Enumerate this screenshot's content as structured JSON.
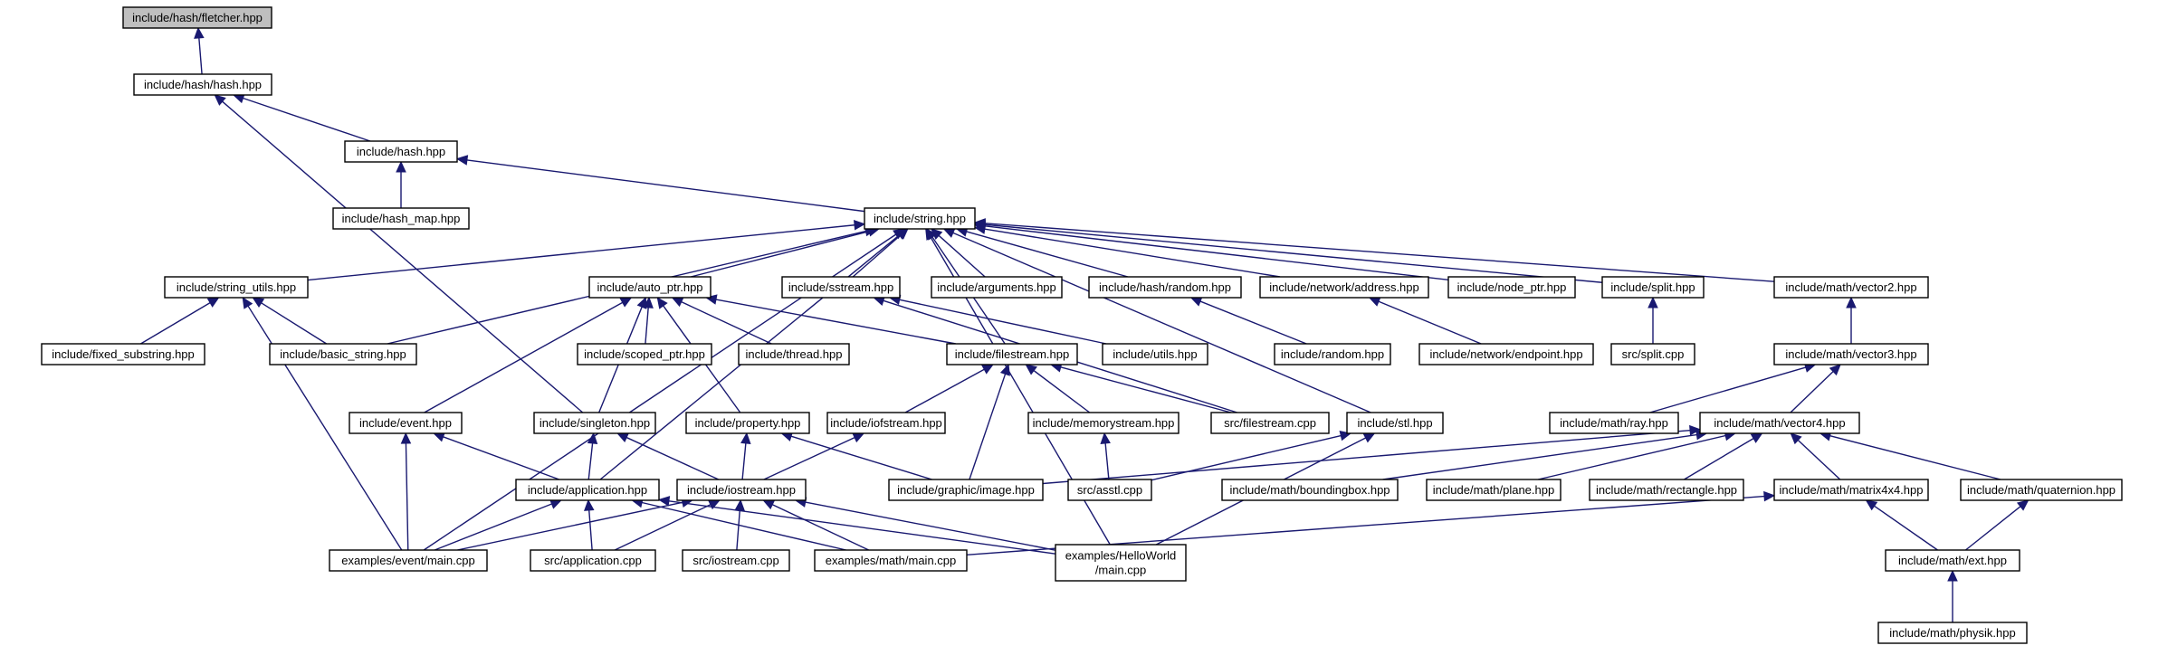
{
  "nodes": [
    {
      "id": "fletcher",
      "label": "include/hash/fletcher.hpp",
      "root": true
    },
    {
      "id": "hash_hash",
      "label": "include/hash/hash.hpp"
    },
    {
      "id": "hash",
      "label": "include/hash.hpp"
    },
    {
      "id": "hash_map",
      "label": "include/hash_map.hpp"
    },
    {
      "id": "string",
      "label": "include/string.hpp"
    },
    {
      "id": "string_utils",
      "label": "include/string_utils.hpp"
    },
    {
      "id": "auto_ptr",
      "label": "include/auto_ptr.hpp"
    },
    {
      "id": "sstream",
      "label": "include/sstream.hpp"
    },
    {
      "id": "arguments",
      "label": "include/arguments.hpp"
    },
    {
      "id": "hash_random",
      "label": "include/hash/random.hpp"
    },
    {
      "id": "net_address",
      "label": "include/network/address.hpp"
    },
    {
      "id": "node_ptr",
      "label": "include/node_ptr.hpp"
    },
    {
      "id": "split",
      "label": "include/split.hpp"
    },
    {
      "id": "vector2",
      "label": "include/math/vector2.hpp"
    },
    {
      "id": "fixed_substring",
      "label": "include/fixed_substring.hpp"
    },
    {
      "id": "basic_string",
      "label": "include/basic_string.hpp"
    },
    {
      "id": "scoped_ptr",
      "label": "include/scoped_ptr.hpp"
    },
    {
      "id": "thread",
      "label": "include/thread.hpp"
    },
    {
      "id": "filestream",
      "label": "include/filestream.hpp"
    },
    {
      "id": "utils",
      "label": "include/utils.hpp"
    },
    {
      "id": "random",
      "label": "include/random.hpp"
    },
    {
      "id": "net_endpoint",
      "label": "include/network/endpoint.hpp"
    },
    {
      "id": "split_cpp",
      "label": "src/split.cpp"
    },
    {
      "id": "vector3",
      "label": "include/math/vector3.hpp"
    },
    {
      "id": "event",
      "label": "include/event.hpp"
    },
    {
      "id": "singleton",
      "label": "include/singleton.hpp"
    },
    {
      "id": "property",
      "label": "include/property.hpp"
    },
    {
      "id": "iofstream",
      "label": "include/iofstream.hpp"
    },
    {
      "id": "memorystream",
      "label": "include/memorystream.hpp"
    },
    {
      "id": "filestream_cpp",
      "label": "src/filestream.cpp"
    },
    {
      "id": "stl",
      "label": "include/stl.hpp"
    },
    {
      "id": "ray",
      "label": "include/math/ray.hpp"
    },
    {
      "id": "vector4",
      "label": "include/math/vector4.hpp"
    },
    {
      "id": "application",
      "label": "include/application.hpp"
    },
    {
      "id": "iostream",
      "label": "include/iostream.hpp"
    },
    {
      "id": "image",
      "label": "include/graphic/image.hpp"
    },
    {
      "id": "asstl_cpp",
      "label": "src/asstl.cpp"
    },
    {
      "id": "boundingbox",
      "label": "include/math/boundingbox.hpp"
    },
    {
      "id": "plane",
      "label": "include/math/plane.hpp"
    },
    {
      "id": "rectangle",
      "label": "include/math/rectangle.hpp"
    },
    {
      "id": "matrix4x4",
      "label": "include/math/matrix4x4.hpp"
    },
    {
      "id": "quaternion",
      "label": "include/math/quaternion.hpp"
    },
    {
      "id": "event_main",
      "label": "examples/event/main.cpp"
    },
    {
      "id": "application_cpp",
      "label": "src/application.cpp"
    },
    {
      "id": "iostream_cpp",
      "label": "src/iostream.cpp"
    },
    {
      "id": "math_main",
      "label": "examples/math/main.cpp"
    },
    {
      "id": "helloworld_main",
      "label": "examples/HelloWorld\n/main.cpp"
    },
    {
      "id": "ext",
      "label": "include/math/ext.hpp"
    },
    {
      "id": "physik",
      "label": "include/math/physik.hpp"
    }
  ],
  "edges": [
    [
      "hash_hash",
      "fletcher"
    ],
    [
      "hash",
      "hash_hash"
    ],
    [
      "singleton",
      "hash_hash"
    ],
    [
      "hash_map",
      "hash"
    ],
    [
      "string",
      "hash"
    ],
    [
      "string_utils",
      "string"
    ],
    [
      "basic_string",
      "string"
    ],
    [
      "auto_ptr",
      "string"
    ],
    [
      "sstream",
      "string"
    ],
    [
      "arguments",
      "string"
    ],
    [
      "hash_random",
      "string"
    ],
    [
      "net_address",
      "string"
    ],
    [
      "node_ptr",
      "string"
    ],
    [
      "split",
      "string"
    ],
    [
      "vector2",
      "string"
    ],
    [
      "filestream",
      "string"
    ],
    [
      "stl",
      "string"
    ],
    [
      "application",
      "string"
    ],
    [
      "event_main",
      "string"
    ],
    [
      "helloworld_main",
      "string"
    ],
    [
      "fixed_substring",
      "string_utils"
    ],
    [
      "basic_string",
      "string_utils"
    ],
    [
      "event_main",
      "string_utils"
    ],
    [
      "scoped_ptr",
      "auto_ptr"
    ],
    [
      "thread",
      "auto_ptr"
    ],
    [
      "filestream",
      "auto_ptr"
    ],
    [
      "event",
      "auto_ptr"
    ],
    [
      "singleton",
      "auto_ptr"
    ],
    [
      "property",
      "auto_ptr"
    ],
    [
      "utils",
      "sstream"
    ],
    [
      "filestream_cpp",
      "sstream"
    ],
    [
      "random",
      "hash_random"
    ],
    [
      "net_endpoint",
      "net_address"
    ],
    [
      "split_cpp",
      "split"
    ],
    [
      "vector3",
      "vector2"
    ],
    [
      "ray",
      "vector3"
    ],
    [
      "vector4",
      "vector3"
    ],
    [
      "iofstream",
      "filestream"
    ],
    [
      "memorystream",
      "filestream"
    ],
    [
      "filestream_cpp",
      "filestream"
    ],
    [
      "image",
      "filestream"
    ],
    [
      "event_main",
      "event"
    ],
    [
      "application",
      "event"
    ],
    [
      "application",
      "singleton"
    ],
    [
      "iostream",
      "singleton"
    ],
    [
      "iostream",
      "property"
    ],
    [
      "image",
      "property"
    ],
    [
      "iostream",
      "iofstream"
    ],
    [
      "asstl_cpp",
      "memorystream"
    ],
    [
      "asstl_cpp",
      "stl"
    ],
    [
      "helloworld_main",
      "stl"
    ],
    [
      "image",
      "vector4"
    ],
    [
      "boundingbox",
      "vector4"
    ],
    [
      "plane",
      "vector4"
    ],
    [
      "rectangle",
      "vector4"
    ],
    [
      "matrix4x4",
      "vector4"
    ],
    [
      "quaternion",
      "vector4"
    ],
    [
      "event_main",
      "application"
    ],
    [
      "application_cpp",
      "application"
    ],
    [
      "math_main",
      "application"
    ],
    [
      "helloworld_main",
      "application"
    ],
    [
      "event_main",
      "iostream"
    ],
    [
      "application_cpp",
      "iostream"
    ],
    [
      "iostream_cpp",
      "iostream"
    ],
    [
      "math_main",
      "iostream"
    ],
    [
      "helloworld_main",
      "iostream"
    ],
    [
      "math_main",
      "matrix4x4"
    ],
    [
      "ext",
      "matrix4x4"
    ],
    [
      "ext",
      "quaternion"
    ],
    [
      "physik",
      "ext"
    ]
  ]
}
